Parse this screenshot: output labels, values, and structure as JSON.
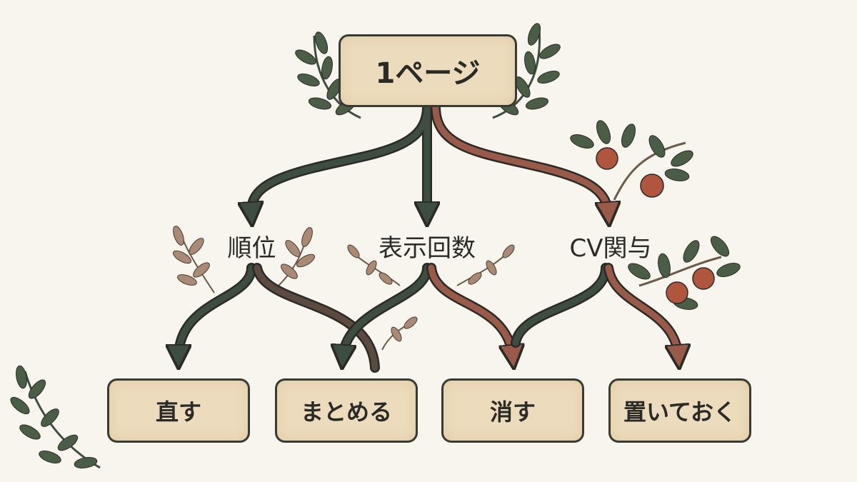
{
  "root": {
    "label": "1ページ"
  },
  "criteria": [
    {
      "label": "順位"
    },
    {
      "label": "表示回数"
    },
    {
      "label": "CV関与"
    }
  ],
  "actions": [
    {
      "label": "直す"
    },
    {
      "label": "まとめる"
    },
    {
      "label": "消す"
    },
    {
      "label": "置いておく"
    }
  ],
  "colors": {
    "background": "#f8f5ee",
    "box_fill": "#ecdcbd",
    "box_border": "#3a3a34",
    "green_branch": "#3d4d40",
    "brown_branch": "#9a5a4a",
    "apple": "#b0563e",
    "leaf": "#4a5e47"
  }
}
